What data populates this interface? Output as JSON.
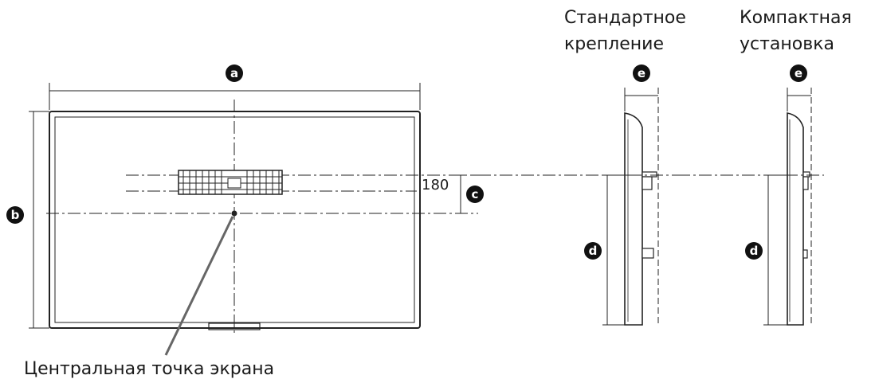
{
  "labels": {
    "standard": [
      "Стандартное",
      "крепление"
    ],
    "compact": [
      "Компактная",
      "установка"
    ],
    "center_point": "Центральная точка экрана",
    "dim_180": "180"
  },
  "badges": {
    "a": "a",
    "b": "b",
    "c": "c",
    "d": "d",
    "e": "e"
  }
}
